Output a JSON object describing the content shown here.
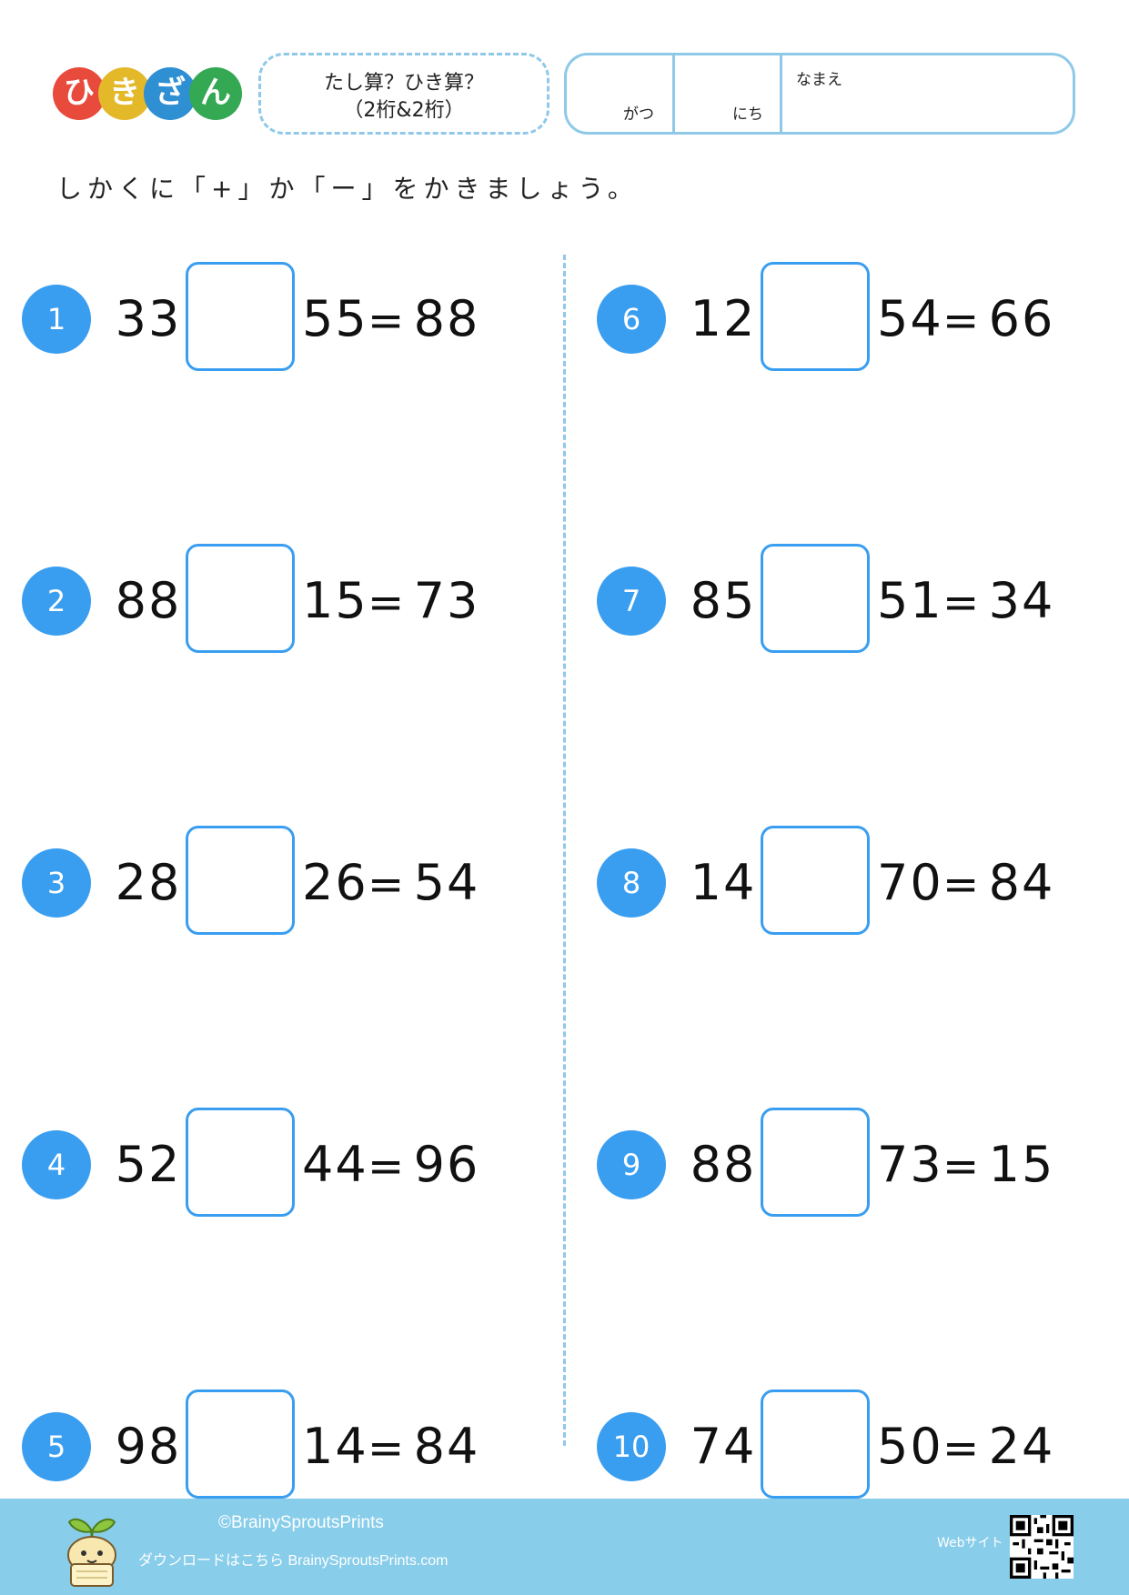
{
  "header": {
    "logo_chars": [
      "ひ",
      "き",
      "ざ",
      "ん"
    ],
    "logo_colors": [
      "#e84b3c",
      "#e3b92a",
      "#2e8fd3",
      "#34a853"
    ],
    "title_line1": "たし算？ひき算？",
    "title_line2": "（2桁&2桁）",
    "month_label": "がつ",
    "day_label": "にち",
    "name_label": "なまえ"
  },
  "instruction": "しかくに「+」か「ー」をかきましょう。",
  "problems": [
    {
      "n": "1",
      "a": "33",
      "b": "55",
      "eq": "=",
      "r": "88"
    },
    {
      "n": "2",
      "a": "88",
      "b": "15",
      "eq": "=",
      "r": "73"
    },
    {
      "n": "3",
      "a": "28",
      "b": "26",
      "eq": "=",
      "r": "54"
    },
    {
      "n": "4",
      "a": "52",
      "b": "44",
      "eq": "=",
      "r": "96"
    },
    {
      "n": "5",
      "a": "98",
      "b": "14",
      "eq": "=",
      "r": "84"
    },
    {
      "n": "6",
      "a": "12",
      "b": "54",
      "eq": "=",
      "r": "66"
    },
    {
      "n": "7",
      "a": "85",
      "b": "51",
      "eq": "=",
      "r": "34"
    },
    {
      "n": "8",
      "a": "14",
      "b": "70",
      "eq": "=",
      "r": "84"
    },
    {
      "n": "9",
      "a": "88",
      "b": "73",
      "eq": "=",
      "r": "15"
    },
    {
      "n": "10",
      "a": "74",
      "b": "50",
      "eq": "=",
      "r": "24"
    }
  ],
  "footer": {
    "copyright": "©BrainySproutsPrints",
    "download": "ダウンロードはこちら BrainySproutsPrints.com",
    "web_label": "Webサイト"
  },
  "colors": {
    "accent": "#3a9ef0",
    "footer_bg": "#88cdea",
    "frame": "#8fc9e8"
  },
  "icons": {
    "mascot": "sprout-mascot-icon",
    "qr": "qr-code-icon"
  }
}
